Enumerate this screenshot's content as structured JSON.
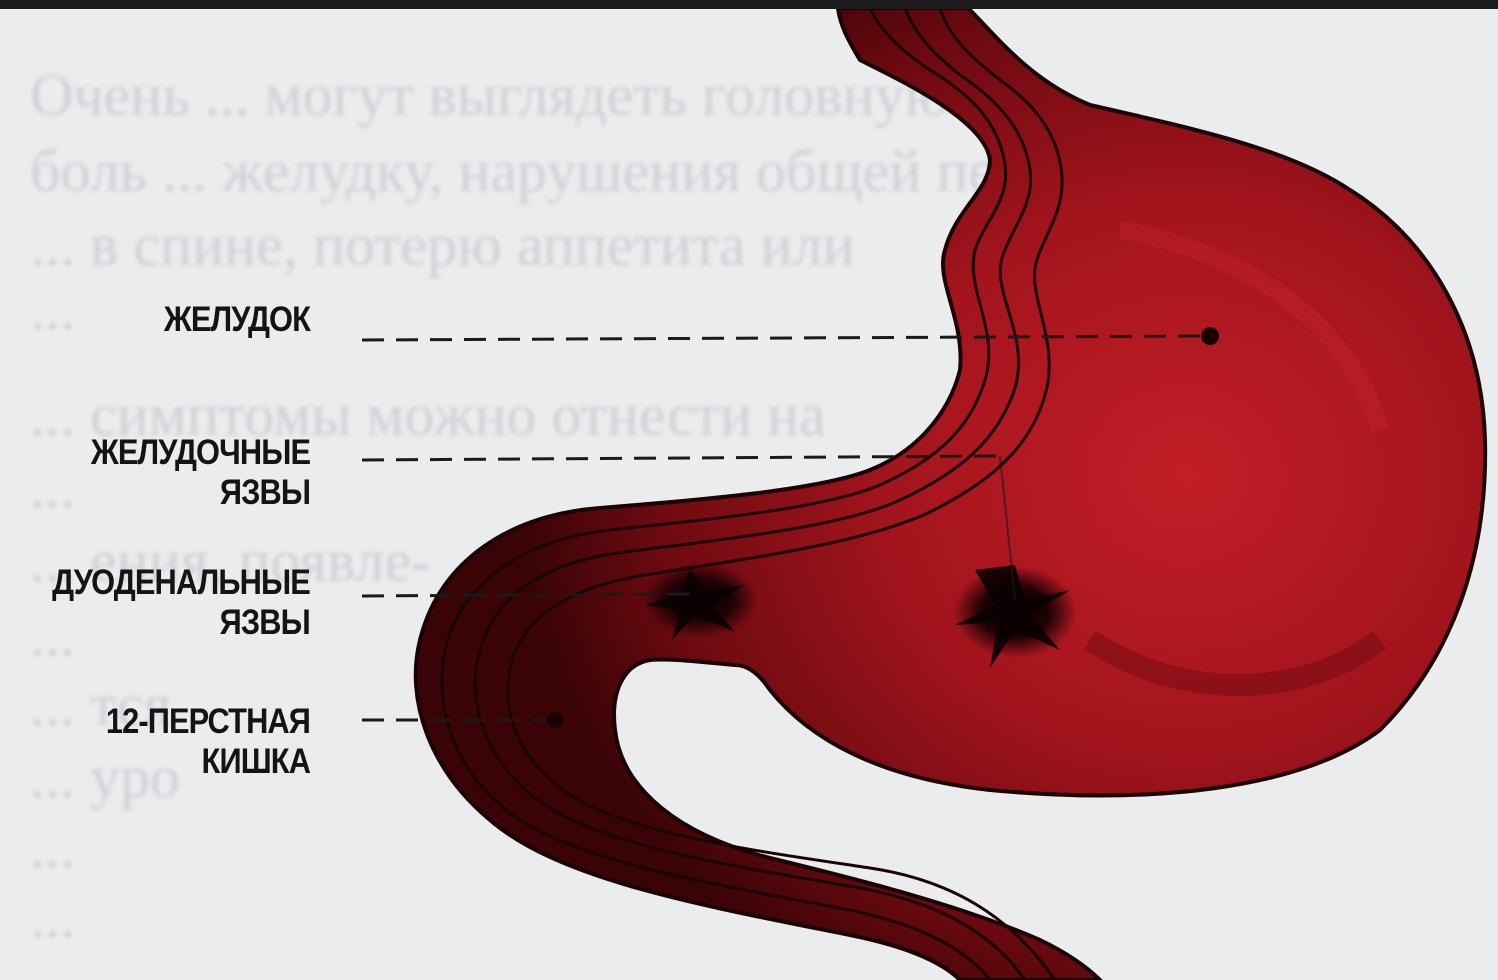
{
  "labels": {
    "stomach": "ЖЕЛУДОК",
    "gastric_ulcers": [
      "ЖЕЛУДОЧНЫЕ",
      "ЯЗВЫ"
    ],
    "duodenal_ulcers": [
      "ДУОДЕНАЛЬНЫЕ",
      "ЯЗВЫ"
    ],
    "duodenum": [
      "12-ПЕРСТНАЯ",
      "КИШКА"
    ]
  },
  "background_text": [
    "Очень ... могут выглядеть головную",
    "боль ... желудку, нарушения общей пере-",
    "... в спине, потерю аппетита или",
    "...",
    "... симптомы можно отнести на",
    "...",
    "... ения, появле-",
    "...",
    "... тся",
    "... уро",
    "...",
    "..."
  ],
  "colors": {
    "background": "#ebecee",
    "stomach_red": "#a3141d",
    "stomach_dark": "#3a0406",
    "outline": "#1a0406",
    "label_text": "#141416",
    "leader_line": "#1a1a1a"
  }
}
